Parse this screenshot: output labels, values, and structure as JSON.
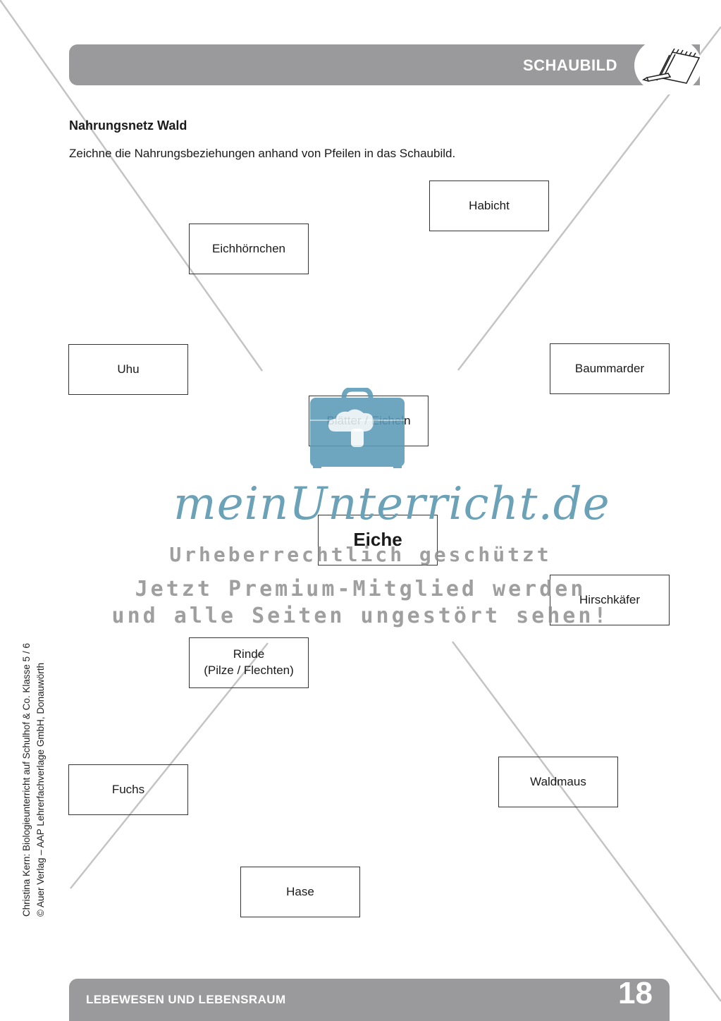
{
  "header": {
    "title": "SCHAUBILD",
    "icon": "notepad-pencil-icon"
  },
  "worksheet": {
    "title": "Nahrungsnetz Wald",
    "task": "Zeichne die Nahrungsbeziehungen anhand von Pfeilen in das Schaubild."
  },
  "boxes": {
    "habicht": "Habicht",
    "eichhoernchen": "Eichhörnchen",
    "uhu": "Uhu",
    "baummarder": "Baummarder",
    "blaetter": "Blätter / Eicheln",
    "eiche": "Eiche",
    "hirschkaefer": "Hirschkäfer",
    "rinde_line1": "Rinde",
    "rinde_line2": "(Pilze / Flechten)",
    "fuchs": "Fuchs",
    "waldmaus": "Waldmaus",
    "hase": "Hase"
  },
  "watermark": {
    "logo": "meinUnterricht.de",
    "line1": "Urheberrechtlich geschützt",
    "line2": "Jetzt Premium-Mitglied werden",
    "line3": "und alle Seiten ungestört sehen!",
    "color": "#5b9ab7"
  },
  "sidebar": {
    "line1": "Christina Kern: Biologieunterricht auf Schulhof & Co. Klasse 5 / 6",
    "line2": "© Auer Verlag – AAP Lehrerfachverlage GmbH, Donauwörth"
  },
  "footer": {
    "title": "LEBEWESEN UND LEBENSRAUM",
    "page_number": "18"
  }
}
